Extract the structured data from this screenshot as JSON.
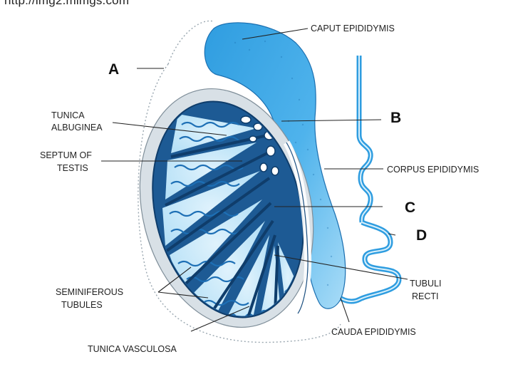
{
  "header": {
    "url_text": "http://img2.mimgs.com"
  },
  "diagram": {
    "labels": {
      "caput": "CAPUT EPIDIDYMIS",
      "a": "A",
      "tunica_albuginea_1": "TUNICA",
      "tunica_albuginea_2": "ALBUGINEA",
      "b": "B",
      "septum_1": "SEPTUM OF",
      "septum_2": "TESTIS",
      "corpus": "CORPUS EPIDIDYMIS",
      "c": "C",
      "d": "D",
      "seminiferous_1": "SEMINIFEROUS",
      "seminiferous_2": "TUBULES",
      "tubuli_1": "TUBULI",
      "tubuli_2": "RECTI",
      "tunica_vasculosa": "TUNICA VASCULOSA",
      "cauda": "CAUDA EPIDIDYMIS"
    },
    "colors": {
      "epididymis": "#2f9de0",
      "epididymis_light": "#8fd0f5",
      "outline": "#1b4f80",
      "tubule": "#1d6fb5",
      "septum": "#0f3d6b",
      "albuginea": "#d8e0e6"
    }
  }
}
